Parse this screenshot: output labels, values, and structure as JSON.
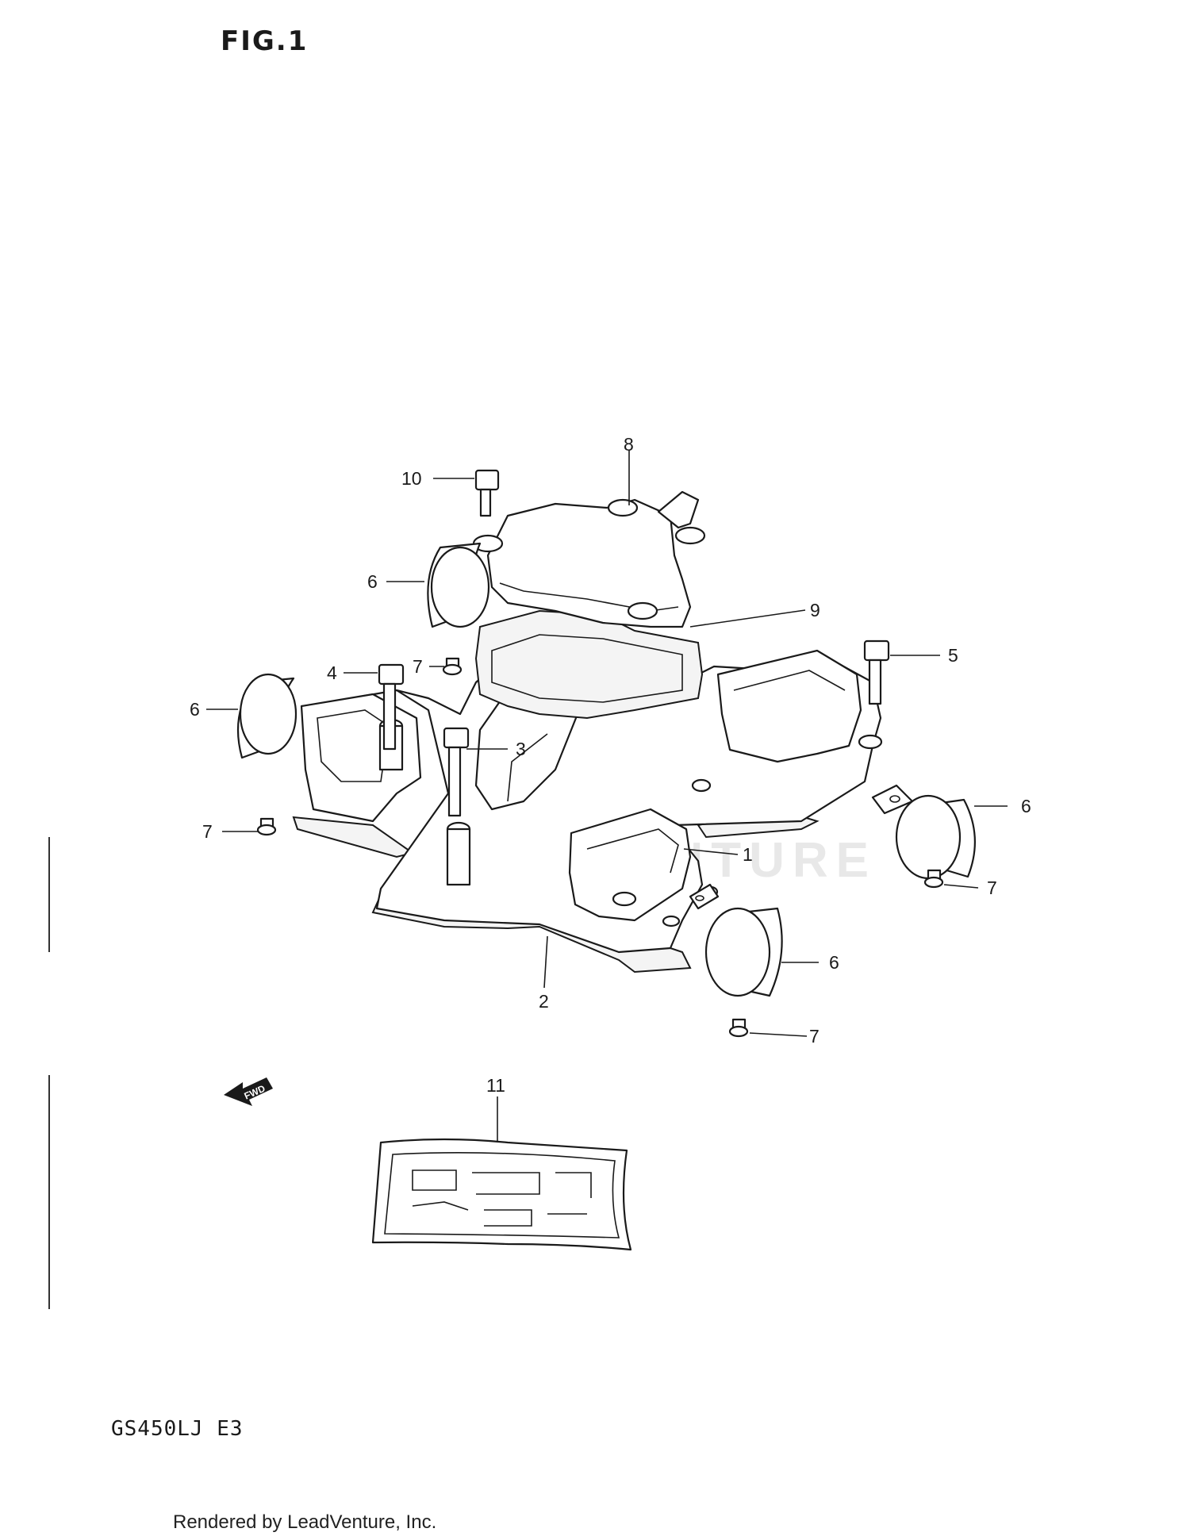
{
  "figure": {
    "title": "FIG.1",
    "model": "GS450LJ E3"
  },
  "footer": {
    "text": "Rendered by LeadVenture, Inc."
  },
  "watermark": {
    "text": "LEADVENTURE"
  },
  "fwd_label": "FWD",
  "callouts": {
    "c1": "1",
    "c2": "2",
    "c3": "3",
    "c4": "4",
    "c5": "5",
    "c6a": "6",
    "c6b": "6",
    "c6c": "6",
    "c6d": "6",
    "c7a": "7",
    "c7b": "7",
    "c7c": "7",
    "c7d": "7",
    "c8": "8",
    "c9": "9",
    "c10": "10",
    "c11": "11"
  }
}
